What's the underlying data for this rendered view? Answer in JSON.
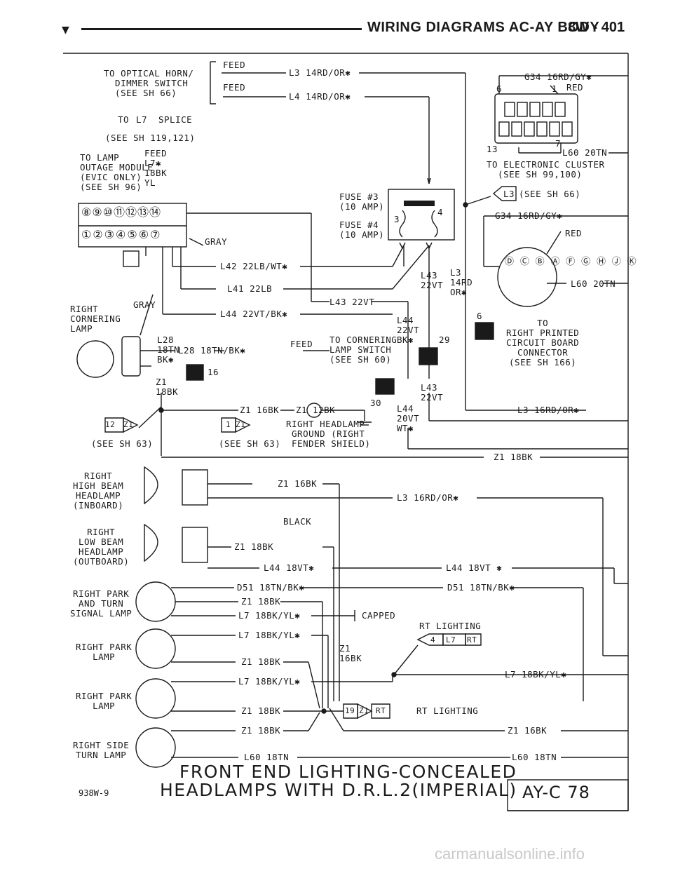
{
  "header": {
    "title": "WIRING DIAGRAMS AC-AY BODY",
    "page": "8W - 401"
  },
  "labels": {
    "optical_horn": "TO OPTICAL HORN/\n  DIMMER SWITCH\n  (SEE SH 66)",
    "feed_a": "FEED",
    "feed_b": "FEED",
    "l3_wire": "L3 14RD/OR✱",
    "l4_wire": "L4 14RD/OR✱",
    "to_l7": "TO",
    "l7_tag": "L7",
    "splice": "SPLICE",
    "see_119": "(SEE SH 119,121)",
    "lamp_outage": "TO LAMP\nOUTAGE MODULE\n(EVIC ONLY)\n(SEE SH 96)",
    "feed_l7": "FEED\nL7✱\n18BK\nYL",
    "g34_wire": "G34 16RD/GY✱",
    "red_a": "RED",
    "pin6_a": "6",
    "pin1": "1",
    "pin13": "13",
    "pin7": "7",
    "l60_a": "L60 20TN",
    "to_cluster": "TO ELECTRONIC CLUSTER\n  (SEE SH 99,100)",
    "l3_tag": "L3",
    "see_66": "(SEE SH 66)",
    "fuse3": "FUSE #3\n(10 AMP)",
    "fuse4": "FUSE #4\n(10 AMP)",
    "fuse_pin3": "3",
    "fuse_pin4": "4",
    "conn_pins_top": "⑧⑨⑩⑪⑫⑬⑭",
    "conn_pins_bot": "①②③④⑤⑥⑦",
    "gray_a": "GRAY",
    "g34_b": "G34 16RD/GY✱",
    "red_b": "RED",
    "l42": "L42 22LB/WT✱",
    "l41": "L41 22LB",
    "l43_a": "L43\n22VT",
    "l3_14rd": "L3\n14RD\nOR✱",
    "l60_b": "L60 20TN",
    "l43_b": "L43 22VT",
    "l44_a": "L44 22VT/BK✱",
    "gray_b": "GRAY",
    "right_cornering": "RIGHT\nCORNERING\nLAMP",
    "l44_b": "L44\n22VT\nBK✱",
    "pin6_b": "6",
    "pin29": "29",
    "to_printed": "TO\nRIGHT PRINTED\nCIRCUIT BOARD\nCONNECTOR\n(SEE SH 166)",
    "l28": "L28\n18TN\nBK✱",
    "l28_wire": "L28 18TN/BK✱",
    "feed_c": "FEED",
    "to_cornering_switch": "TO CORNERING\nLAMP SWITCH\n(SEE SH 60)",
    "pin16": "16",
    "z1_18bk_a": "Z1\n18BK",
    "l43_c": "L43\n22VT",
    "z1_16bk_a": "Z1 16BK",
    "z1_12bk": "Z1 12BK",
    "pin30": "30",
    "l44_c": "L44\n20VT\nWT✱",
    "l3_16rd_a": "L3 16RD/OR✱",
    "tag_12": "12",
    "tag_z1a": "Z1",
    "tag_1": "1",
    "tag_z1b": "Z1",
    "right_hl_ground": "RIGHT HEADLAMP\n GROUND (RIGHT\n FENDER SHIELD)",
    "see_63a": "(SEE SH 63)",
    "see_63b": "(SEE SH 63)",
    "z1_18bk_b": "Z1 18BK",
    "high_beam": "RIGHT\nHIGH BEAM\nHEADLAMP\n(INBOARD)",
    "z1_16bk_b": "Z1 16BK",
    "l3_16rd_b": "L3 16RD/OR✱",
    "black": "BLACK",
    "low_beam": "RIGHT\nLOW BEAM\nHEADLAMP\n(OUTBOARD)",
    "z1_18bk_c": "Z1 18BK",
    "l44_18vt_a": "L44 18VT✱",
    "l44_18vt_b": "L44 18VT ✱",
    "park_turn": "RIGHT PARK\nAND TURN\nSIGNAL LAMP",
    "d51_a": "D51 18TN/BK✱",
    "d51_b": "D51 18TN/BK✱",
    "z1_18bk_d": "Z1 18BK",
    "l7_a": "L7 18BK/YL✱",
    "capped": "CAPPED",
    "rt_lighting_a": "RT LIGHTING",
    "park_a": "RIGHT PARK\nLAMP",
    "l7_b": "L7 18BK/YL✱",
    "z1_16bk_c": "Z1\n16BK",
    "tag_4": "4",
    "tag_l7": "L7",
    "tag_rt_a": "RT",
    "z1_18bk_e": "Z1 18BK",
    "l7_c": "L7 18BK/YL✱",
    "l7_d": "L7 18BK/YL✱",
    "park_b": "RIGHT PARK\nLAMP",
    "z1_18bk_f": "Z1 18BK",
    "tag_19": "19",
    "tag_z1c": "Z1",
    "tag_rt_b": "RT",
    "rt_lighting_b": "RT LIGHTING",
    "z1_18bk_g": "Z1 18BK",
    "z1_16bk_d": "Z1 16BK",
    "side_turn": "RIGHT SIDE\nTURN LAMP",
    "l60_18tn_a": "L60 18TN",
    "l60_18tn_b": "L60 18TN",
    "cluster_letters": "Ⓓ Ⓒ Ⓑ Ⓐ Ⓕ Ⓖ Ⓗ Ⓙ Ⓚ"
  },
  "footer": {
    "title_line1": "FRONT END LIGHTING-CONCEALED",
    "title_line2": "HEADLAMPS WITH D.R.L.2(IMPERIAL)",
    "figure_code": "938W-9",
    "ref_code": "AY-C 78"
  },
  "watermark": "carmanualsonline.info"
}
